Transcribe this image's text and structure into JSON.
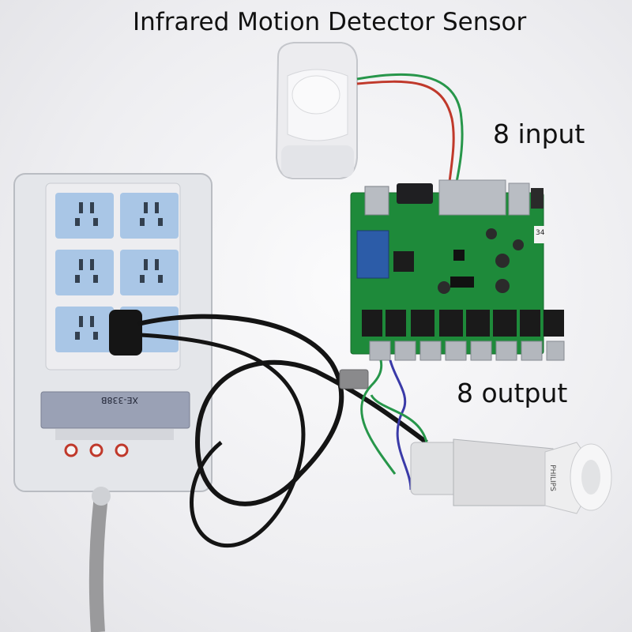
{
  "captions": {
    "title": "Infrared Motion Detector Sensor",
    "input": "8 input",
    "output": "8 output"
  },
  "labels": {
    "strip_model": "XE-338B",
    "board_tag": "34",
    "bulb_brand": "PHILIPS"
  },
  "colors": {
    "socket_blue": "#a9c6e6",
    "pcb_green": "#1e8a3a",
    "relay_black": "#1a1a1a",
    "wire_red": "#c0392b",
    "wire_green": "#27964a"
  }
}
